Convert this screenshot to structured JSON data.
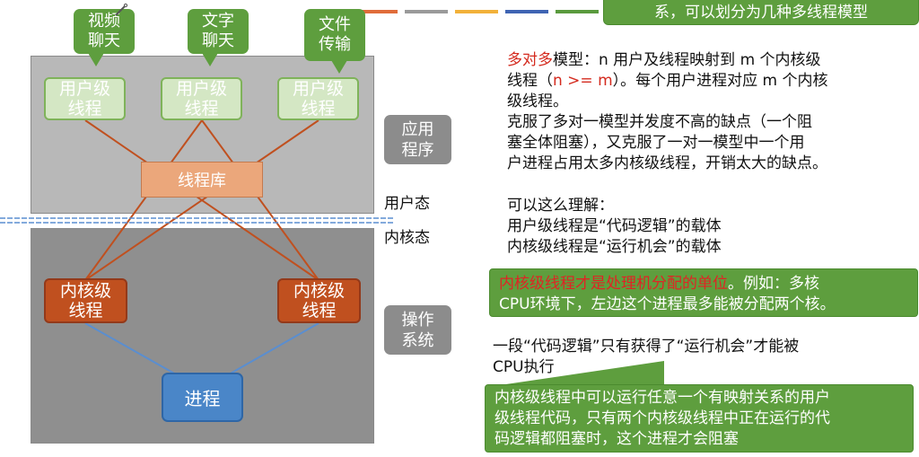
{
  "palette_colors": [
    "#e06c3a",
    "#9a9a9a",
    "#f2b13a",
    "#3f64b3",
    "#5a9a3e"
  ],
  "top_note": {
    "text": "系，可以划分为几种多线程模型"
  },
  "diagram": {
    "callouts": [
      {
        "label": "视频\n聊天"
      },
      {
        "label": "文字\n聊天"
      },
      {
        "label": "文件\n传输"
      }
    ],
    "user_threads": [
      {
        "label": "用户级\n线程"
      },
      {
        "label": "用户级\n线程"
      },
      {
        "label": "用户级\n线程"
      }
    ],
    "thread_library": "线程库",
    "application_label": "应用\n程序",
    "user_mode_label": "用户态",
    "kernel_mode_label": "内核态",
    "kernel_threads": [
      {
        "label": "内核级\n线程"
      },
      {
        "label": "内核级\n线程"
      }
    ],
    "os_label": "操作\n系统",
    "process_label": "进程"
  },
  "explanation": {
    "model_name": "多对多",
    "model_line1_rest": "模型：n 用户及线程映射到 m 个内核级",
    "model_line2_a": "线程（",
    "model_line2_cond": "n >= m",
    "model_line2_b": "）。每个用户进程对应 m 个内核",
    "model_line3": "级线程。",
    "advantage_line1": "克服了多对一模型并发度不高的缺点（一个阻",
    "advantage_line2": "塞全体阻塞），又克服了一对一模型中一个用",
    "advantage_line3": "户进程占用太多内核级线程，开销太大的缺点。",
    "understand_title": "可以这么理解：",
    "understand_line1": "用户级线程是“代码逻辑”的载体",
    "understand_line2": "内核级线程是“运行机会”的载体",
    "highlight_red": "内核级线程才是处理机分配的单位",
    "highlight_rest1": "。例如：多核",
    "highlight_line2": "CPU环境下，左边这个进程最多能被分配两个核。",
    "logic_line1": "一段“代码逻辑”只有获得了“运行机会”才能被",
    "logic_line2": "CPU执行",
    "bottom_note_line1": "内核级线程中可以运行任意一个有映射关系的用户",
    "bottom_note_line2": "级线程代码，只有两个内核级线程中正在运行的代",
    "bottom_note_line3": "码逻辑都阻塞时，这个进程才会阻塞"
  }
}
